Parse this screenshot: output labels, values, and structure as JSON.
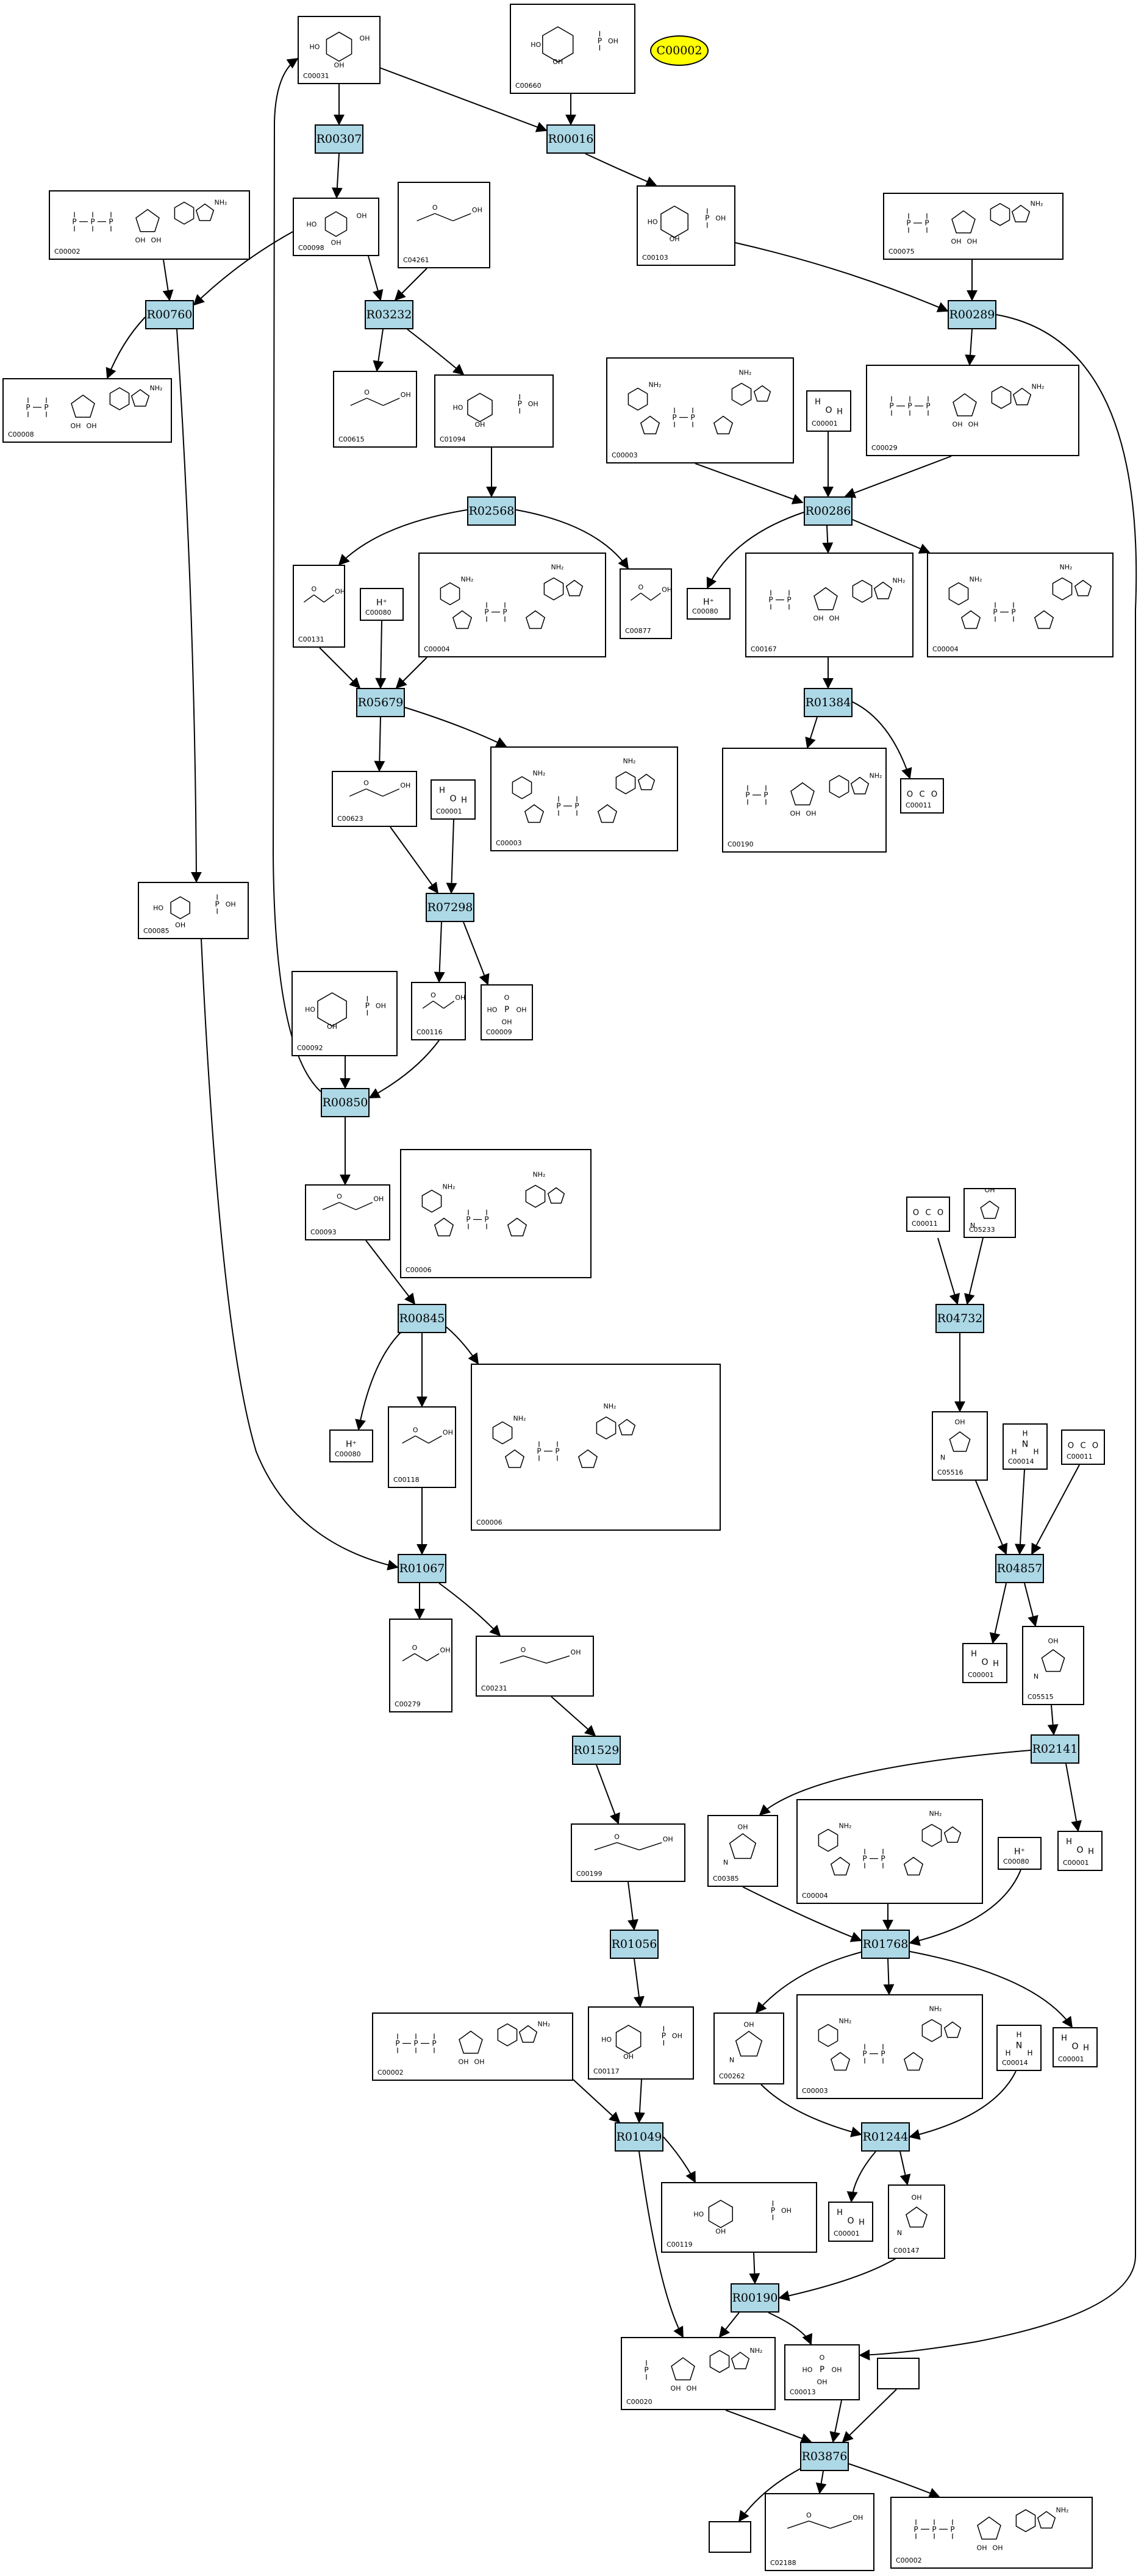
{
  "colors": {
    "reaction_fill": "#add8e6",
    "highlight_fill": "#ffff00",
    "stroke": "#000000"
  },
  "highlight": {
    "label": "C00002"
  },
  "reactions": {
    "R00307": "R00307",
    "R00016": "R00016",
    "R00760": "R00760",
    "R03232": "R03232",
    "R00289": "R00289",
    "R02568": "R02568",
    "R00286": "R00286",
    "R05679": "R05679",
    "R01384": "R01384",
    "R07298": "R07298",
    "R00850": "R00850",
    "R00845": "R00845",
    "R04732": "R04732",
    "R01067": "R01067",
    "R04857": "R04857",
    "R02141": "R02141",
    "R01529": "R01529",
    "R01768": "R01768",
    "R01056": "R01056",
    "R01244": "R01244",
    "R01049": "R01049",
    "R00190": "R00190",
    "R03876": "R03876"
  },
  "compounds": {
    "c00031_top": "C00031",
    "c00660": "C00660",
    "c00002_a": "C00002",
    "c00098": "C00098",
    "c04261": "C04261",
    "c00103": "C00103",
    "c00075": "C00075",
    "c00008": "C00008",
    "c00615": "C00615",
    "c01094": "C01094",
    "c00003_a": "C00003",
    "c00001_a": "C00001",
    "c00029": "C00029",
    "c00131": "C00131",
    "c00080_a": "C00080",
    "c00004_a": "C00004",
    "c00877": "C00877",
    "c00080_b": "C00080",
    "c00167": "C00167",
    "c00004_b": "C00004",
    "c00623": "C00623",
    "c00001_b": "C00001",
    "c00003_b": "C00003",
    "c00190": "C00190",
    "c00011_a": "C00011",
    "c00085": "C00085",
    "c00092": "C00092",
    "c00116": "C00116",
    "c00009": "C00009",
    "c00093": "C00093",
    "c00006_a": "C00006",
    "c00011_b": "C00011",
    "c05233": "C05233",
    "c00080_c": "C00080",
    "c00118": "C00118",
    "c00006_b": "C00006",
    "c05516": "C05516",
    "c00014_a": "C00014",
    "c00011_c": "C00011",
    "c00001_c": "C00001",
    "c05515": "C05515",
    "c00279": "C00279",
    "c00231": "C00231",
    "c00001_d": "C00001",
    "c00385": "C00385",
    "c00004_c": "C00004",
    "c00080_d": "C00080",
    "c00199": "C00199",
    "c00002_b": "C00002",
    "c00117": "C00117",
    "c00262": "C00262",
    "c00003_c": "C00003",
    "c00014_b": "C00014",
    "c00001_e": "C00001",
    "c00001_f": "C00001",
    "c00147": "C00147",
    "c00119": "C00119",
    "c00020": "C00020",
    "c00013": "C00013",
    "c02188": "C02188",
    "c00002_c": "C00002"
  },
  "structure_text": {
    "h_plus": "H⁺",
    "water_o": "O",
    "water_h": "H",
    "amine_n": "N",
    "amine_h": "H",
    "co2_left": "O",
    "co2_c": "C",
    "co2_right": "O",
    "oh": "OH",
    "ho": "HO",
    "nh2": "NH₂",
    "phosphate": "HO–P–OH"
  }
}
